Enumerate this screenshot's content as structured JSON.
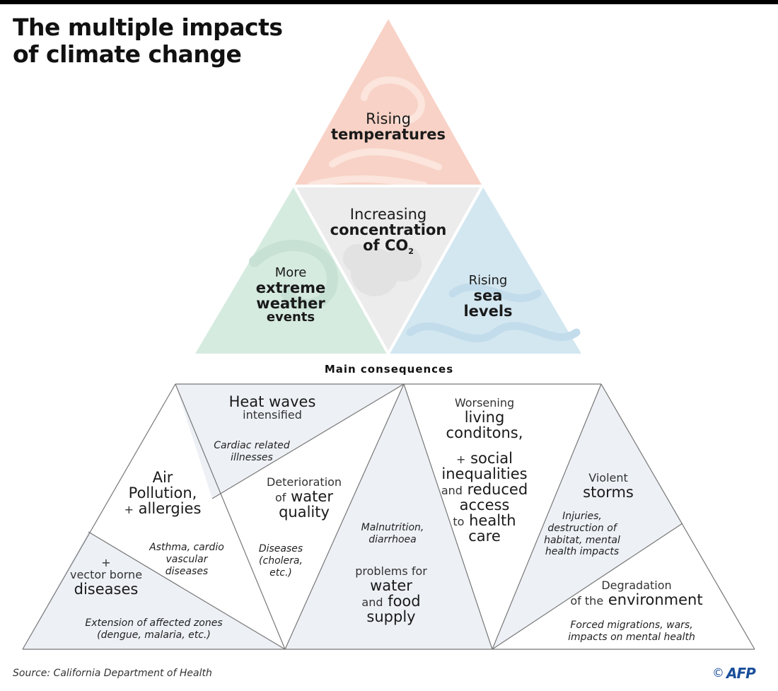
{
  "title": {
    "line1": "The multiple impacts",
    "line2": "of climate change"
  },
  "causes": {
    "temperatures": {
      "line1": "Rising",
      "line2": "temperatures"
    },
    "co2": {
      "line1": "Increasing",
      "line2": "concentration",
      "line3": "of CO",
      "sub": "2"
    },
    "weather": {
      "line1": "More",
      "line2": "extreme",
      "line3": "weather",
      "line4": "events"
    },
    "sea": {
      "line1": "Rising",
      "line2": "sea",
      "line3": "levels"
    }
  },
  "consequences_heading": "Main consequences",
  "consequences": {
    "heat": {
      "title": "Heat waves",
      "subtitle": "intensified",
      "detail1": "Cardiac related",
      "detail2": "illnesses"
    },
    "air": {
      "line1": "Air",
      "line2": "Pollution,",
      "plus": "+",
      "line3": "allergies",
      "detail1": "Asthma, cardio",
      "detail2": "vascular",
      "detail3": "diseases"
    },
    "water_quality": {
      "line1": "Deterioration",
      "of": "of",
      "water": "water",
      "line3": "quality",
      "detail1": "Diseases",
      "detail2": "(cholera,",
      "detail3": "etc.)"
    },
    "food": {
      "detail1": "Malnutrition,",
      "detail2": "diarrhoea",
      "line1": "problems for",
      "line2": "water",
      "and": "and",
      "food": "food",
      "line4": "supply"
    },
    "vector": {
      "plus": "+",
      "line1": "vector borne",
      "line2": "diseases",
      "detail1": "Extension of affected zones",
      "detail2": "(dengue, malaria, etc.)"
    },
    "living": {
      "line1": "Worsening",
      "line2": "living",
      "line3": "conditons,",
      "plus": "+",
      "line4": "social",
      "line5": "inequalities",
      "and": "and",
      "reduced": "reduced",
      "line7": "access",
      "to": "to",
      "health": "health",
      "line9": "care"
    },
    "storms": {
      "line1": "Violent",
      "line2": "storms",
      "detail1": "Injuries,",
      "detail2": "destruction of",
      "detail3": "habitat, mental",
      "detail4": "health impacts"
    },
    "environment": {
      "line1": "Degradation",
      "of_the": "of the",
      "environment": "environment",
      "detail1": "Forced migrations, wars,",
      "detail2": "impacts on mental health"
    }
  },
  "source": "Source: California Department of Health",
  "credit": {
    "copyright": "©",
    "logo": "AFP"
  },
  "colors": {
    "temperatures": "#f8d2c6",
    "weather": "#d6ebe0",
    "sea": "#d3e7f1",
    "co2": "#ececec",
    "panel_shade": "#edf0f5",
    "line": "#777777",
    "afp_blue": "#1a4e9a"
  }
}
